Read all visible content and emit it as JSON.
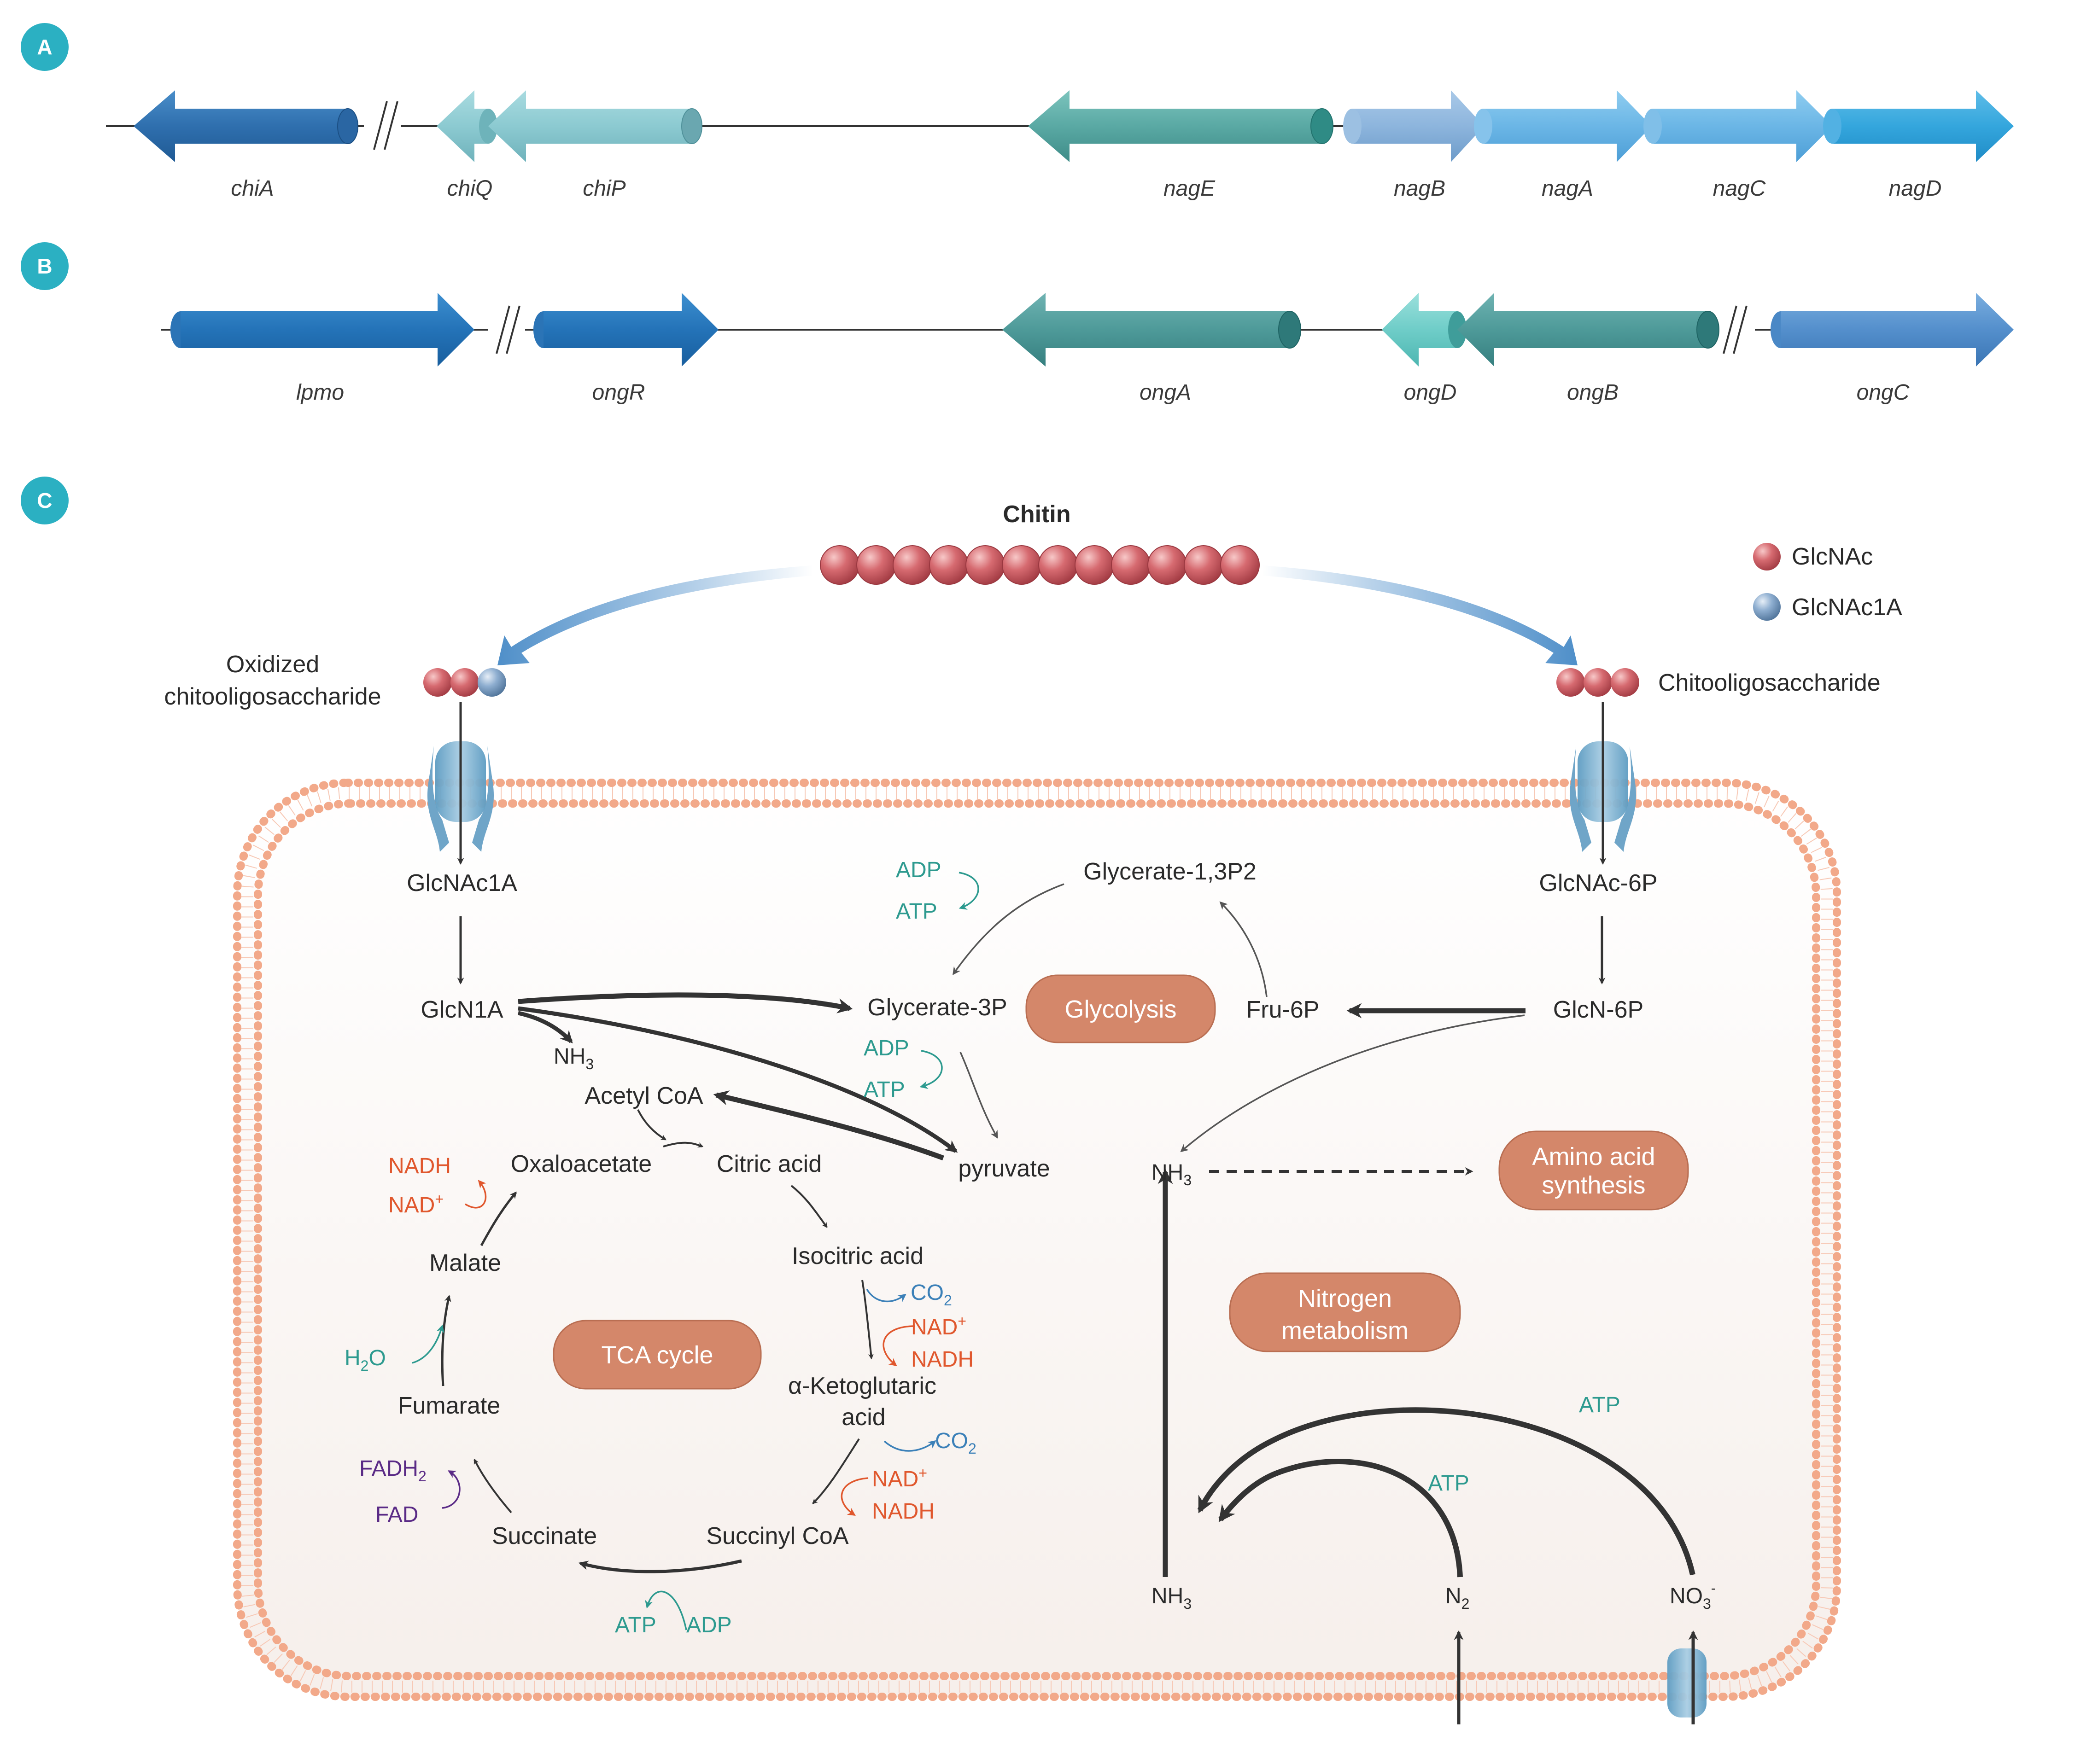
{
  "panels": {
    "a": "A",
    "b": "B",
    "c": "C"
  },
  "colors": {
    "panel_badge": "#2bb0c2",
    "pathway_box": "#d4876a",
    "membrane": "#f2a98a",
    "glcnac": "#c9525a",
    "glcnac1a": "#7ea3c7",
    "atp_text": "#2d9a8f",
    "nadh_text": "#e0572d",
    "co2_text": "#3b80b8",
    "fadh_text": "#5a2a86"
  },
  "row_a": {
    "genes": [
      "chiA",
      "chiQ",
      "chiP",
      "nagE",
      "nagB",
      "nagA",
      "nagC",
      "nagD"
    ]
  },
  "row_b": {
    "genes": [
      "lpmo",
      "ongR",
      "ongA",
      "ongD",
      "ongB",
      "ongC"
    ]
  },
  "panel_c": {
    "chitin": "Chitin",
    "legend": {
      "glcnac": "GlcNAc",
      "glcnac1a": "GlcNAc1A"
    },
    "oxidized_line1": "Oxidized",
    "oxidized_line2": "chitooligosaccharide",
    "chitooligo": "Chitooligosaccharide",
    "metabolites": {
      "glcnac1a": "GlcNAc1A",
      "glcn1a": "GlcN1A",
      "nh3_left": "NH",
      "acetylcoa": "Acetyl CoA",
      "oxaloacetate": "Oxaloacetate",
      "citric": "Citric acid",
      "isocitric": "Isocitric acid",
      "aketo1": "α-Ketoglutaric",
      "aketo2": "acid",
      "succinylcoa": "Succinyl CoA",
      "succinate": "Succinate",
      "fumarate": "Fumarate",
      "malate": "Malate",
      "pyruvate": "pyruvate",
      "glycerate3p": "Glycerate-3P",
      "glycerate13": "Glycerate-1,3P2",
      "fru6p": "Fru-6P",
      "glcn6p": "GlcN-6P",
      "glcnac6p": "GlcNAc-6P",
      "nh3_mid": "NH",
      "nh3_bottom": "NH",
      "n2": "N",
      "no3": "NO"
    },
    "cofactors": {
      "adp1": "ADP",
      "atp1": "ATP",
      "adp2": "ADP",
      "atp2": "ATP",
      "atp3": "ATP",
      "adp3": "ADP",
      "nadh1": "NADH",
      "nad1": "NAD",
      "nad2": "NAD",
      "nadh2": "NADH",
      "nad3": "NAD",
      "nadh3": "NADH",
      "co2_1": "CO",
      "co2_2": "CO",
      "h2o": "H",
      "h2o_o": "O",
      "fadh2": "FADH",
      "fad": "FAD",
      "atp_n2": "ATP",
      "atp_no3": "ATP"
    },
    "boxes": {
      "glycolysis": "Glycolysis",
      "tca": "TCA cycle",
      "amino1": "Amino acid",
      "amino2": "synthesis",
      "nitro1": "Nitrogen",
      "nitro2": "metabolism"
    }
  }
}
